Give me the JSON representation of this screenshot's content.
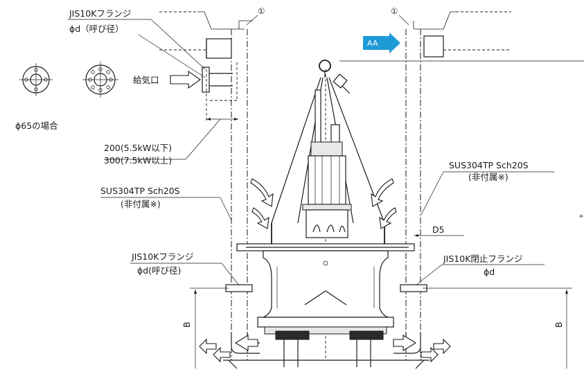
{
  "labels": {
    "flange_top": "JIS10Kフランジ",
    "flange_top_dia": "ϕd（呼び径）",
    "air_inlet": "給気口",
    "phi65": "ϕ65の場合",
    "dim_200": "200(5.5kW以下)",
    "dim_300": "300(7.5kW以上)",
    "pipe_left": "SUS304TP Sch20S",
    "pipe_left_note": "(非付属※)",
    "pipe_right": "SUS304TP Sch20S",
    "pipe_right_note": "(非付属※)",
    "flange_mid": "JIS10Kフランジ",
    "flange_mid_dia": "ϕd(呼び径)",
    "blind_flange": "JIS10K閉止フランジ",
    "blind_flange_dia": "ϕd",
    "d5": "D5",
    "dim_b_left": "B",
    "dim_b_right": "B",
    "marker_1_left": "①",
    "marker_1_right": "①",
    "section_tag": "AA"
  },
  "colors": {
    "line": "#1a1a1a",
    "section_tag": "#1e9ad6",
    "background": "#ffffff"
  }
}
